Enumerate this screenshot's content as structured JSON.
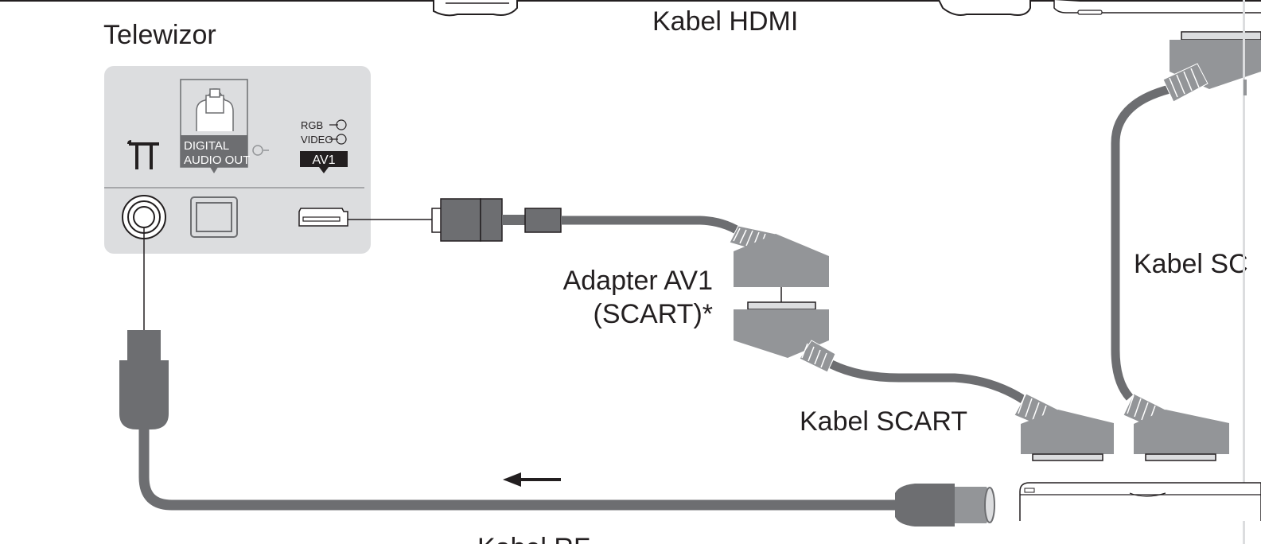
{
  "labels": {
    "tv": "Telewizor",
    "hdmi_cable": "Kabel HDMI",
    "adapter_line1": "Adapter AV1",
    "adapter_line2": "(SCART)*",
    "scart_cable": "Kabel SCART",
    "scart_cable_right": "Kabel SC",
    "rf_cable": "Kabel RF"
  },
  "tv_panel": {
    "digital_audio_line1": "DIGITAL",
    "digital_audio_line2": "AUDIO OUT",
    "rgb": "RGB",
    "video": "VIDEO",
    "av1": "AV1"
  },
  "icons": [
    "antenna-icon",
    "optical-port-icon",
    "scart-port-icon",
    "arrow-left-icon"
  ],
  "colors": {
    "panel_bg": "#dcdddf",
    "cable_gray": "#6d6e71",
    "plug_gray": "#939598",
    "text": "#231f20"
  }
}
